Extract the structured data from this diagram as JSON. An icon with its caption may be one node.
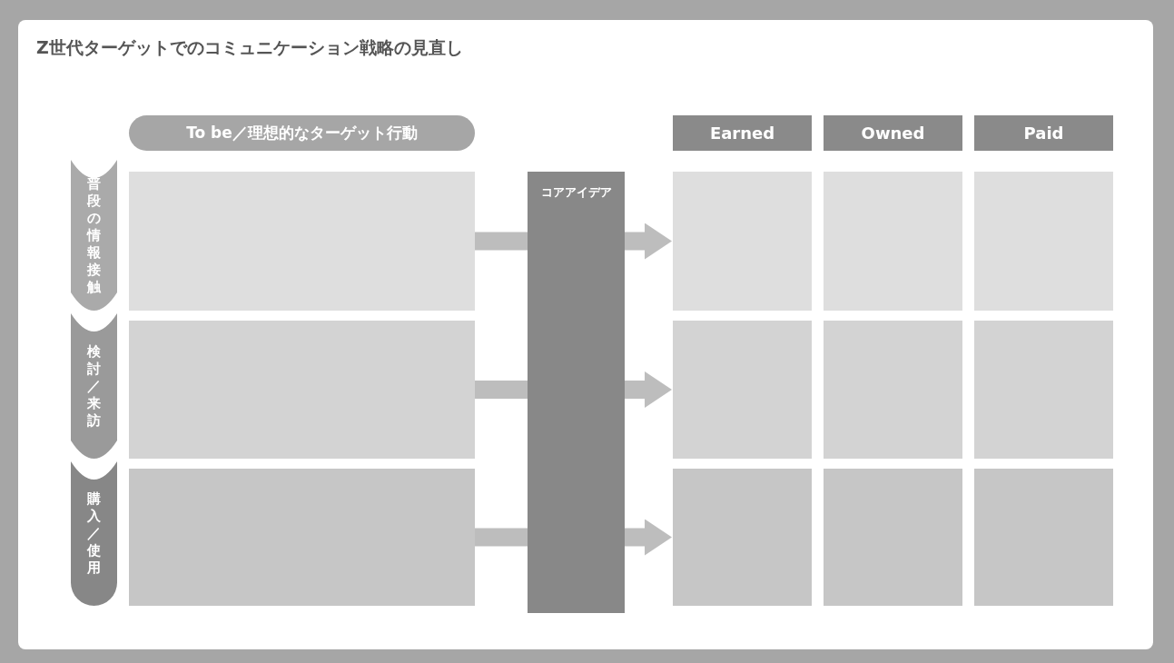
{
  "diagram": {
    "title": "Z世代ターゲットでのコミュニケーション戦略の見直し",
    "nodes": [
      {
        "text": [
          "To be／理想的なターゲット行動"
        ]
      },
      {
        "text": [
          "Earned"
        ]
      },
      {
        "text": [
          "Owned"
        ]
      },
      {
        "text": [
          "Paid"
        ]
      },
      {
        "text": [
          "普段の情報接触"
        ]
      },
      {
        "text": [],
        "shape": "box"
      },
      {
        "text": [
          "コアアイデア"
        ]
      },
      {
        "text": [],
        "shape": "box"
      },
      {
        "text": [],
        "shape": "box"
      },
      {
        "text": [],
        "shape": "box"
      },
      {
        "text": [
          "検討／来訪"
        ]
      },
      {
        "text": [],
        "shape": "box"
      },
      {
        "text": [],
        "shape": "box"
      },
      {
        "text": [],
        "shape": "box"
      },
      {
        "text": [],
        "shape": "box"
      },
      {
        "text": [
          "購入／使用"
        ]
      },
      {
        "text": [],
        "shape": "box"
      },
      {
        "text": [],
        "shape": "box"
      },
      {
        "text": [],
        "shape": "box"
      },
      {
        "text": [],
        "shape": "box"
      }
    ],
    "edges": [
      {
        "from": 5,
        "to": 6,
        "arrow": "none"
      },
      {
        "from": 6,
        "to": 7,
        "arrow": "to"
      },
      {
        "from": 11,
        "to": 6,
        "arrow": "none"
      },
      {
        "from": 6,
        "to": 12,
        "arrow": "to"
      },
      {
        "from": 16,
        "to": 6,
        "arrow": "none"
      },
      {
        "from": 6,
        "to": 17,
        "arrow": "to"
      }
    ]
  }
}
